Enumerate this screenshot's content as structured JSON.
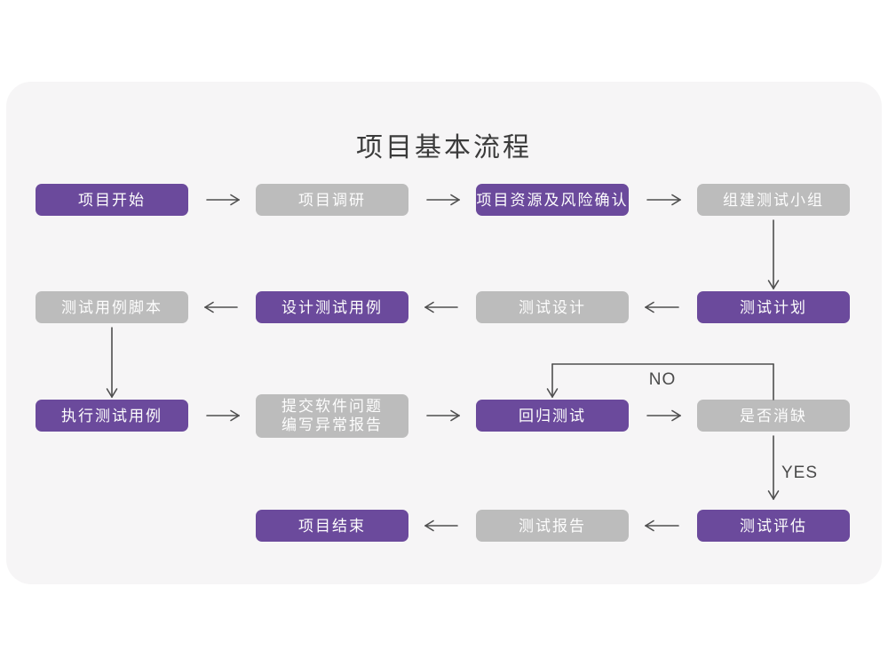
{
  "page": {
    "title": "项目基本流程"
  },
  "flowchart": {
    "colors": {
      "accent": "#6b4a9c",
      "muted": "#bcbcbc",
      "connector": "#4f4f4f",
      "card_background": "#f6f5f6",
      "title_text": "#3b3b3b"
    },
    "labels": {
      "no": "NO",
      "yes": "YES"
    },
    "nodes": [
      {
        "id": "project-start",
        "lines": [
          "项目开始"
        ],
        "variant": "purple",
        "col": 0,
        "row": 0
      },
      {
        "id": "project-research",
        "lines": [
          "项目调研"
        ],
        "variant": "gray",
        "col": 1,
        "row": 0
      },
      {
        "id": "resources-risk",
        "lines": [
          "项目资源及风险确认"
        ],
        "variant": "purple",
        "col": 2,
        "row": 0
      },
      {
        "id": "build-test-team",
        "lines": [
          "组建测试小组"
        ],
        "variant": "gray",
        "col": 3,
        "row": 0
      },
      {
        "id": "test-plan",
        "lines": [
          "测试计划"
        ],
        "variant": "purple",
        "col": 3,
        "row": 1
      },
      {
        "id": "test-design",
        "lines": [
          "测试设计"
        ],
        "variant": "gray",
        "col": 2,
        "row": 1
      },
      {
        "id": "design-test-cases",
        "lines": [
          "设计测试用例"
        ],
        "variant": "purple",
        "col": 1,
        "row": 1
      },
      {
        "id": "test-case-scripts",
        "lines": [
          "测试用例脚本"
        ],
        "variant": "gray",
        "col": 0,
        "row": 1
      },
      {
        "id": "execute-test-cases",
        "lines": [
          "执行测试用例"
        ],
        "variant": "purple",
        "col": 0,
        "row": 2
      },
      {
        "id": "submit-issues",
        "lines": [
          "提交软件问题",
          "编写异常报告"
        ],
        "variant": "gray",
        "col": 1,
        "row": 2
      },
      {
        "id": "regression-test",
        "lines": [
          "回归测试"
        ],
        "variant": "purple",
        "col": 2,
        "row": 2
      },
      {
        "id": "defect-cleared",
        "lines": [
          "是否消缺"
        ],
        "variant": "gray",
        "col": 3,
        "row": 2
      },
      {
        "id": "test-evaluation",
        "lines": [
          "测试评估"
        ],
        "variant": "purple",
        "col": 3,
        "row": 3
      },
      {
        "id": "test-report",
        "lines": [
          "测试报告"
        ],
        "variant": "gray",
        "col": 2,
        "row": 3
      },
      {
        "id": "project-end",
        "lines": [
          "项目结束"
        ],
        "variant": "purple",
        "col": 1,
        "row": 3
      }
    ]
  }
}
